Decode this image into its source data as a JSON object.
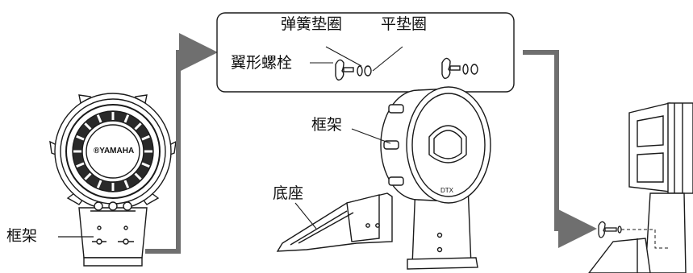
{
  "callout": {
    "spring_washer": "弹簧垫圈",
    "flat_washer": "平垫圈",
    "wing_bolt": "翼形螺栓"
  },
  "labels": {
    "frame_left": "框架",
    "frame_center": "框架",
    "base": "底座"
  },
  "brand": {
    "logo_text": "®YAMAHA",
    "model_text": "DTX"
  },
  "colors": {
    "arrow": "#6f6f6f",
    "line": "#1a1a1a"
  }
}
